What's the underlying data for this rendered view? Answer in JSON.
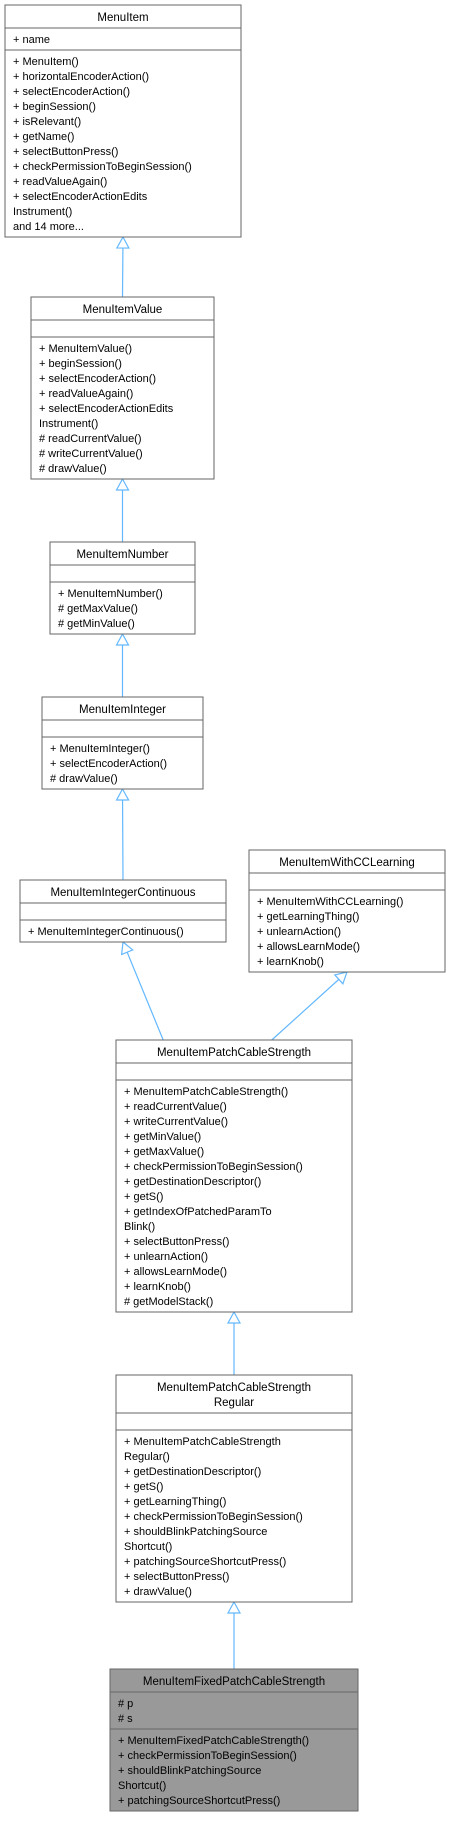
{
  "classes": [
    {
      "id": "menuitem",
      "title": [
        "MenuItem"
      ],
      "attributes": [
        "+ name"
      ],
      "methods": [
        "+ MenuItem()",
        "+ horizontalEncoderAction()",
        "+ selectEncoderAction()",
        "+ beginSession()",
        "+ isRelevant()",
        "+ getName()",
        "+ selectButtonPress()",
        "+ checkPermissionToBeginSession()",
        "+ readValueAgain()",
        "+ selectEncoderActionEdits",
        "Instrument()",
        "and 14 more..."
      ],
      "highlight": false
    },
    {
      "id": "menuitemvalue",
      "title": [
        "MenuItemValue"
      ],
      "attributes": [],
      "methods": [
        "+ MenuItemValue()",
        "+ beginSession()",
        "+ selectEncoderAction()",
        "+ readValueAgain()",
        "+ selectEncoderActionEdits",
        "Instrument()",
        "# readCurrentValue()",
        "# writeCurrentValue()",
        "# drawValue()"
      ],
      "highlight": false
    },
    {
      "id": "menuitemnumber",
      "title": [
        "MenuItemNumber"
      ],
      "attributes": [],
      "methods": [
        "+ MenuItemNumber()",
        "# getMaxValue()",
        "# getMinValue()"
      ],
      "highlight": false
    },
    {
      "id": "menuiteminteger",
      "title": [
        "MenuItemInteger"
      ],
      "attributes": [],
      "methods": [
        "+ MenuItemInteger()",
        "+ selectEncoderAction()",
        "# drawValue()"
      ],
      "highlight": false
    },
    {
      "id": "menuitemintegercontinuous",
      "title": [
        "MenuItemIntegerContinuous"
      ],
      "attributes": [],
      "methods": [
        "+ MenuItemIntegerContinuous()"
      ],
      "highlight": false
    },
    {
      "id": "menuitemwithcclearning",
      "title": [
        "MenuItemWithCCLearning"
      ],
      "attributes": [],
      "methods": [
        "+ MenuItemWithCCLearning()",
        "+ getLearningThing()",
        "+ unlearnAction()",
        "+ allowsLearnMode()",
        "+ learnKnob()"
      ],
      "highlight": false
    },
    {
      "id": "menuitempatchcablestrength",
      "title": [
        "MenuItemPatchCableStrength"
      ],
      "attributes": [],
      "methods": [
        "+ MenuItemPatchCableStrength()",
        "+ readCurrentValue()",
        "+ writeCurrentValue()",
        "+ getMinValue()",
        "+ getMaxValue()",
        "+ checkPermissionToBeginSession()",
        "+ getDestinationDescriptor()",
        "+ getS()",
        "+ getIndexOfPatchedParamTo",
        "Blink()",
        "+ selectButtonPress()",
        "+ unlearnAction()",
        "+ allowsLearnMode()",
        "+ learnKnob()",
        "# getModelStack()"
      ],
      "highlight": false
    },
    {
      "id": "menuitempatchcablestrengthregular",
      "title": [
        "MenuItemPatchCableStrength",
        "Regular"
      ],
      "attributes": [],
      "methods": [
        "+ MenuItemPatchCableStrength",
        "Regular()",
        "+ getDestinationDescriptor()",
        "+ getS()",
        "+ getLearningThing()",
        "+ checkPermissionToBeginSession()",
        "+ shouldBlinkPatchingSource",
        "Shortcut()",
        "+ patchingSourceShortcutPress()",
        "+ selectButtonPress()",
        "+ drawValue()"
      ],
      "highlight": false
    },
    {
      "id": "menuitemfixedpatchcablestrength",
      "title": [
        "MenuItemFixedPatchCableStrength"
      ],
      "attributes": [
        "# p",
        "# s"
      ],
      "methods": [
        "+ MenuItemFixedPatchCableStrength()",
        "+ checkPermissionToBeginSession()",
        "+ shouldBlinkPatchingSource",
        "Shortcut()",
        "+ patchingSourceShortcutPress()"
      ],
      "highlight": true
    }
  ],
  "inheritance": [
    {
      "from": "menuitemvalue",
      "to": "menuitem"
    },
    {
      "from": "menuitemnumber",
      "to": "menuitemvalue"
    },
    {
      "from": "menuiteminteger",
      "to": "menuitemnumber"
    },
    {
      "from": "menuitemintegercontinuous",
      "to": "menuiteminteger"
    },
    {
      "from": "menuitempatchcablestrength",
      "to": "menuitemintegercontinuous"
    },
    {
      "from": "menuitempatchcablestrength",
      "to": "menuitemwithcclearning"
    },
    {
      "from": "menuitempatchcablestrengthregular",
      "to": "menuitempatchcablestrength"
    },
    {
      "from": "menuitemfixedpatchcablestrength",
      "to": "menuitempatchcablestrengthregular"
    }
  ],
  "colors": {
    "box_border": "#666666",
    "box_fill": "#ffffff",
    "highlight_fill": "#999999",
    "highlight_border": "#666666",
    "edge": "#63b8ff",
    "text": "#000000"
  }
}
